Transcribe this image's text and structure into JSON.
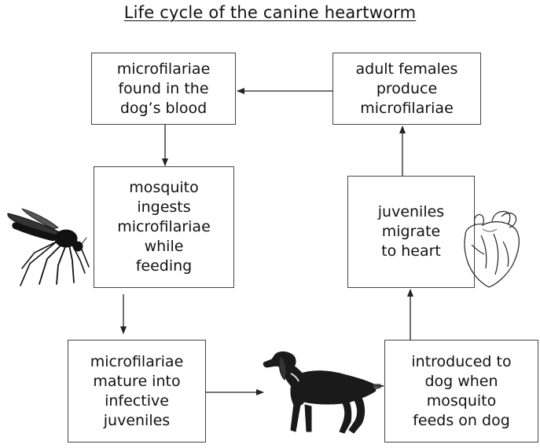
{
  "title": "Life cycle of the canine heartworm",
  "boxes": {
    "microfilariae_blood": [
      "microfilariae",
      "found in the",
      "dog’s blood"
    ],
    "adult_females": [
      "adult females",
      "produce",
      "microfilariae"
    ],
    "mosquito_ingests": [
      "mosquito",
      "ingests",
      "microfilariae",
      "while",
      "feeding"
    ],
    "juveniles_migrate": [
      "juveniles",
      "migrate",
      "to heart"
    ],
    "microfilariae_mature": [
      "microfilariae",
      "mature into",
      "infective",
      "juveniles"
    ],
    "introduced_to_dog": [
      "introduced to",
      "dog when",
      "mosquito",
      "feeds on dog"
    ]
  },
  "illustrations": {
    "mosquito": "mosquito-silhouette",
    "dog": "dog-silhouette",
    "heart": "heart-sketch"
  },
  "colors": {
    "text": "#111111",
    "border": "#444444",
    "arrow": "#222222"
  }
}
